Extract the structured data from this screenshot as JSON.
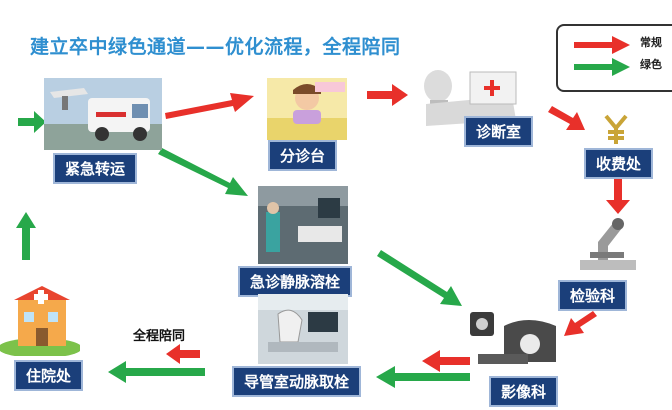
{
  "title": "建立卒中绿色通道——优化流程，全程陪同",
  "legend": {
    "line1": "常规",
    "line2": "绿色"
  },
  "nodes": {
    "emergency_transport": "紧急转运",
    "triage_desk": "分诊台",
    "consult_room": "诊断室",
    "billing": "收费处",
    "thrombolysis": "急诊静脉溶栓",
    "laboratory": "检验科",
    "imaging": "影像科",
    "catheter_thrombectomy": "导管室动脉取栓",
    "inpatient": "住院处"
  },
  "note": "全程陪同",
  "colors": {
    "routine": "#e8302a",
    "green_channel": "#27a84a",
    "label_bg": "#1b3f7a",
    "title": "#2f8fd0"
  }
}
